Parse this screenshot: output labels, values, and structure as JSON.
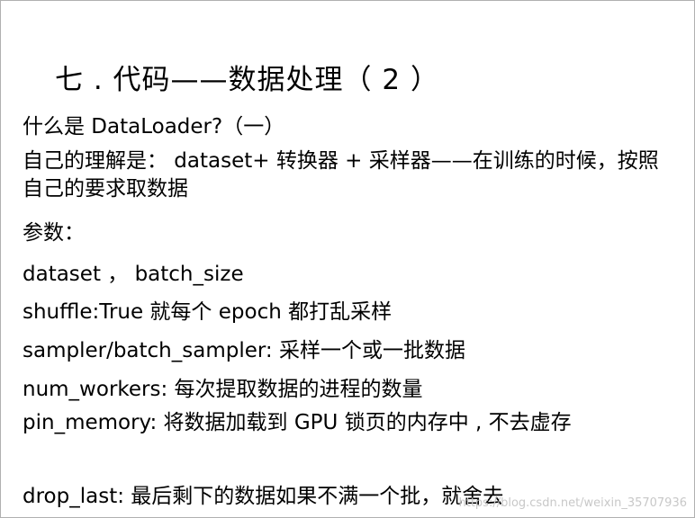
{
  "title": "七 . 代码——数据处理（ 2 ）",
  "lines": [
    "什么是 DataLoader?（一）",
    "自己的理解是： dataset+ 转换器 + 采样器——在训练的时候，按照自己的要求取数据",
    "参数：",
    "dataset ， batch_size",
    "shuffle:True 就每个 epoch 都打乱采样",
    "sampler/batch_sampler: 采样一个或一批数据",
    "num_workers: 每次提取数据的进程的数量",
    "pin_memory: 将数据加载到 GPU 锁页的内存中 , 不去虚存",
    "drop_last: 最后剩下的数据如果不满一个批，就舍去"
  ],
  "watermark": "https://blog.csdn.net/weixin_35707936"
}
